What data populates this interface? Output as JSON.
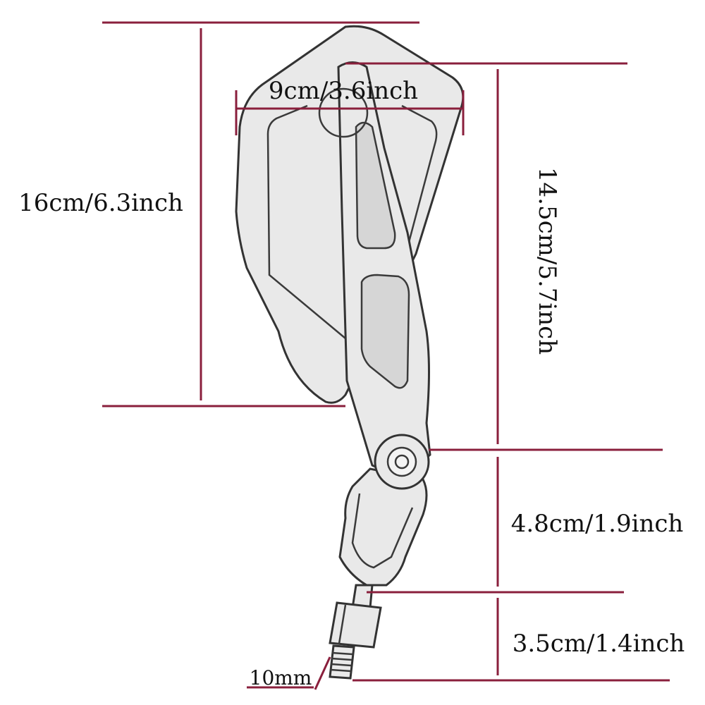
{
  "dimensions": {
    "width_label": "9cm/3.6inch",
    "height_label": "16cm/6.3inch",
    "arm_length_label": "14.5cm/5.7inch",
    "joint_label": "4.8cm/1.9inch",
    "bolt_length_label": "3.5cm/1.4inch",
    "thread_label": "10mm"
  },
  "colors": {
    "dimension_line": "#8a1f3c",
    "outline": "#333333",
    "fill": "#e9e9e9"
  }
}
